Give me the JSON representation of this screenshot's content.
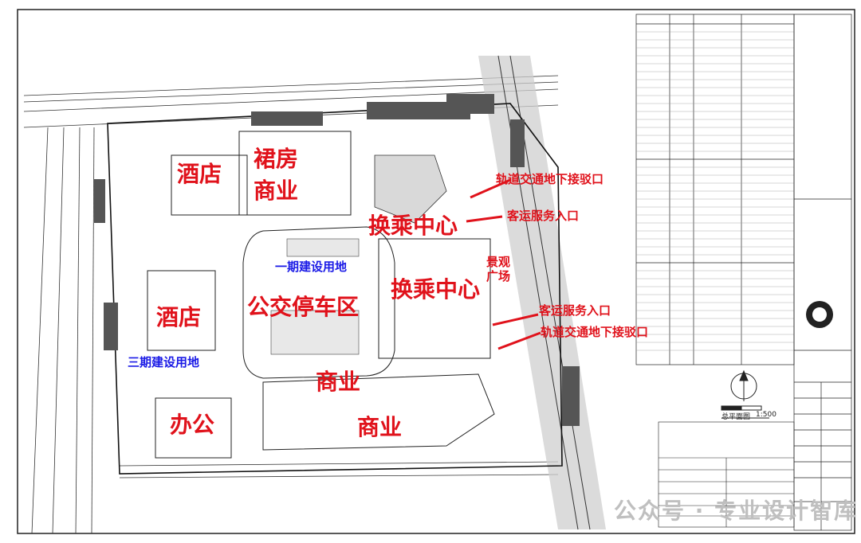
{
  "labels": {
    "hotel_top": "酒店",
    "podium_line1": "裙房",
    "podium_line2": "商业",
    "hotel_left": "酒店",
    "office": "办公",
    "bus_depot": "公交停车区",
    "phase1": "一期建设用地",
    "phase3": "三期建设用地",
    "transfer_upper": "换乘中心",
    "transfer_lower": "换乘中心",
    "commerce_center": "商业",
    "commerce_bottom": "商业",
    "landscape_line1": "景观",
    "landscape_line2": "广场",
    "rail_entry_upper": "轨道交通地下接驳口",
    "coach_entry_upper": "客运服务入口",
    "coach_entry_lower": "客运服务入口",
    "rail_entry_lower": "轨道交通地下接驳口"
  },
  "plan_title": "总平面图",
  "scale_text": "1:500",
  "watermark": "公众号 · 专业设计智库",
  "colors": {
    "label_red": "#e0121b",
    "label_blue": "#1a1ae6",
    "line_dark": "#222222",
    "rail_gray": "#c9c9c9"
  }
}
